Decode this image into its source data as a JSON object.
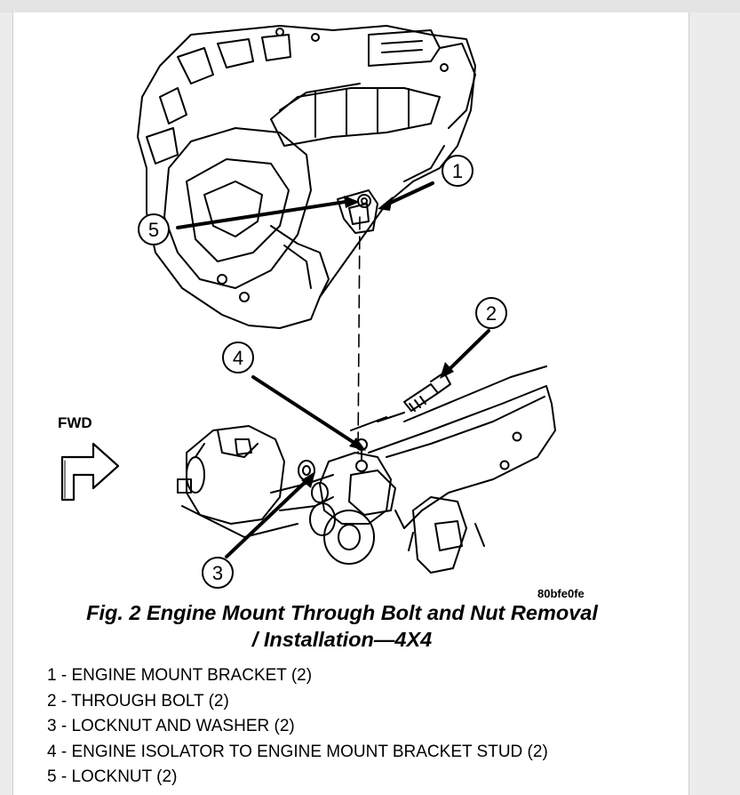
{
  "figure": {
    "fwd_label": "FWD",
    "image_code": "80bfe0fe",
    "caption_line1": "Fig. 2 Engine Mount Through Bolt and Nut Removal",
    "caption_line2": "/ Installation—4X4"
  },
  "callouts": [
    {
      "number": "1",
      "label": "1 - ENGINE MOUNT BRACKET (2)"
    },
    {
      "number": "2",
      "label": "2 - THROUGH BOLT (2)"
    },
    {
      "number": "3",
      "label": "3 - LOCKNUT AND WASHER (2)"
    },
    {
      "number": "4",
      "label": "4 - ENGINE ISOLATOR TO ENGINE MOUNT BRACKET STUD (2)"
    },
    {
      "number": "5",
      "label": "5 - LOCKNUT (2)"
    }
  ],
  "colors": {
    "ink": "#000000",
    "paper": "#ffffff",
    "frame": "#ececec"
  }
}
